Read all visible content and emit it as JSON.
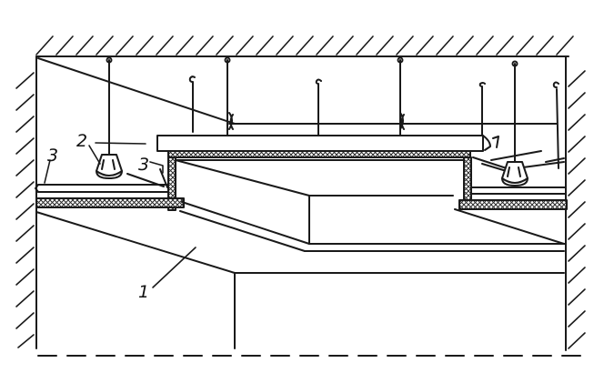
{
  "callouts": {
    "label_1": "1",
    "label_2": "2",
    "label_3_left": "3",
    "label_3_right": "3"
  },
  "colors": {
    "ink": "#1a1a1a",
    "background": "#ffffff",
    "hatch_fill": "#2b2b2b"
  }
}
